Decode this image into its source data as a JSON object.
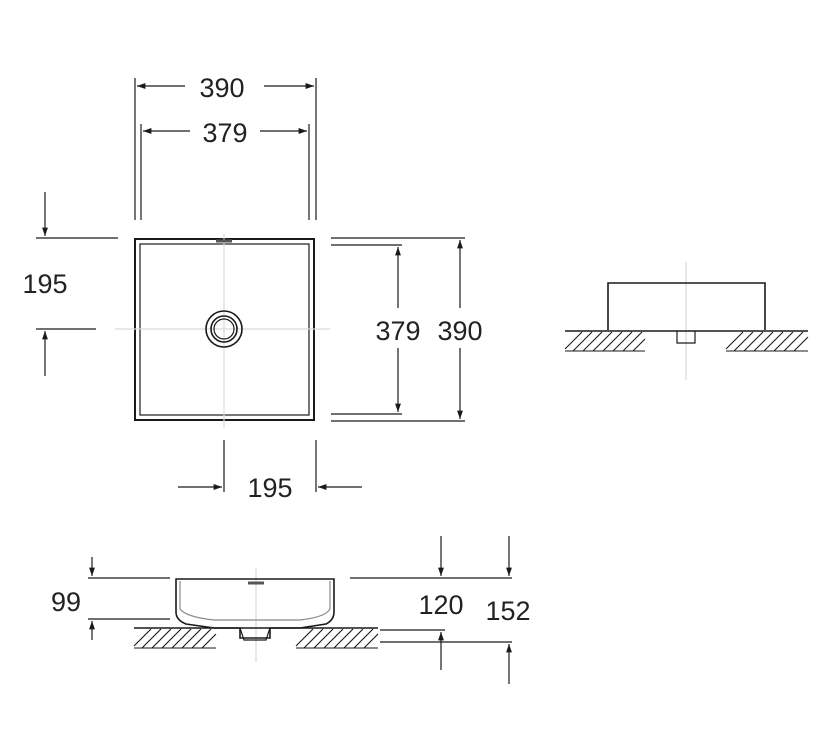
{
  "top_view": {
    "width_outer": "390",
    "width_inner": "379",
    "offset_left": "195",
    "height_inner": "379",
    "height_outer": "390",
    "offset_bottom": "195"
  },
  "front_view": {
    "height_basin": "99",
    "height_mid": "120",
    "height_total": "152"
  },
  "colors": {
    "line": "#1a1a1a",
    "centerline": "#d9d9d9",
    "text": "#222222"
  }
}
